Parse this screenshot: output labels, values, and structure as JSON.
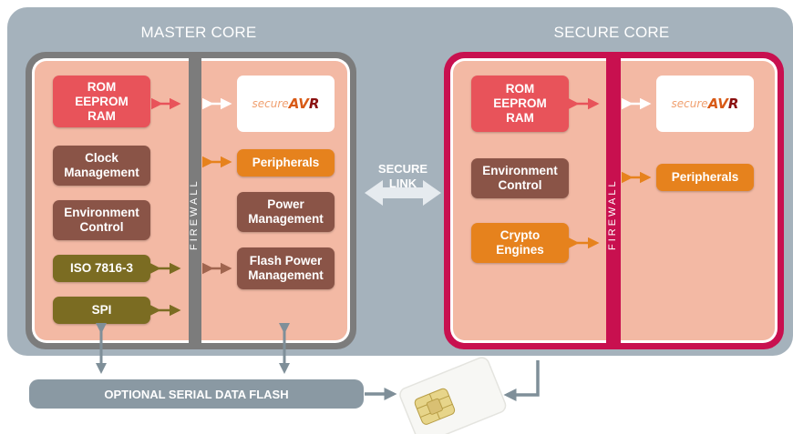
{
  "master_core": {
    "title": "MASTER CORE",
    "firewall_label": "FIREWALL",
    "left_blocks": [
      {
        "label": "ROM\nEEPROM\nRAM",
        "color": "#e8535a"
      },
      {
        "label": "Clock\nManagement",
        "color": "#8a5447"
      },
      {
        "label": "Environment\nControl",
        "color": "#8a5447"
      },
      {
        "label": "ISO 7816-3",
        "color": "#7b6c22"
      },
      {
        "label": "SPI",
        "color": "#7b6c22"
      }
    ],
    "right_blocks": [
      {
        "label": "secureAVR",
        "logo": true
      },
      {
        "label": "Peripherals",
        "color": "#e6821d"
      },
      {
        "label": "Power\nManagement",
        "color": "#8a5447"
      },
      {
        "label": "Flash Power\nManagement",
        "color": "#8a5447"
      }
    ]
  },
  "secure_core": {
    "title": "SECURE CORE",
    "firewall_label": "FIREWALL",
    "left_blocks": [
      {
        "label": "ROM\nEEPROM\nRAM",
        "color": "#e8535a"
      },
      {
        "label": "Environment\nControl",
        "color": "#8a5447"
      },
      {
        "label": "Crypto\nEngines",
        "color": "#e6821d"
      }
    ],
    "right_blocks": [
      {
        "label": "secureAVR",
        "logo": true
      },
      {
        "label": "Peripherals",
        "color": "#e6821d"
      }
    ]
  },
  "secure_link": {
    "line1": "SECURE",
    "line2": "LINK"
  },
  "flash": {
    "label": "OPTIONAL SERIAL DATA FLASH"
  },
  "logo_text": {
    "pre": "secure",
    "brand": "AV",
    "brand_r": "R"
  },
  "colors": {
    "background": "#a5b2bc",
    "master_frame": "#7c7c7c",
    "secure_frame": "#c8104f",
    "pane": "#f3b9a4",
    "arrow_red": "#e8535a",
    "arrow_orange": "#e6821d",
    "arrow_olive": "#7b6c22",
    "arrow_gray": "#7f8f99",
    "arrow_white": "#ffffff"
  }
}
